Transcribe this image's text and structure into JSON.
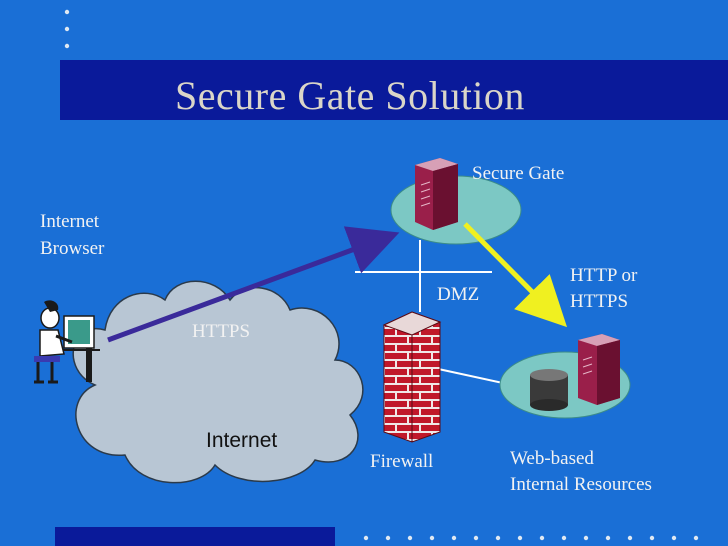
{
  "slide": {
    "title": "Secure Gate Solution"
  },
  "labels": {
    "secure_gate": "Secure Gate",
    "internet_browser_line1": "Internet",
    "internet_browser_line2": "Browser",
    "https": "HTTPS",
    "internet": "Internet",
    "dmz": "DMZ",
    "http_line1": "HTTP or",
    "http_line2": "HTTPS",
    "firewall": "Firewall",
    "web_resources_line1": "Web-based",
    "web_resources_line2": "Internal Resources"
  },
  "colors": {
    "background": "#1a6fd6",
    "title_bar": "#0a1a9a",
    "title_text": "#dad6c8",
    "cloud": "#b8c6d4",
    "server_pad": "#7cc8c4",
    "server_body": "#9a1f4a",
    "brick": "#c0182a",
    "https_arrow": "#3a2a9a",
    "http_arrow": "#f0f020"
  }
}
